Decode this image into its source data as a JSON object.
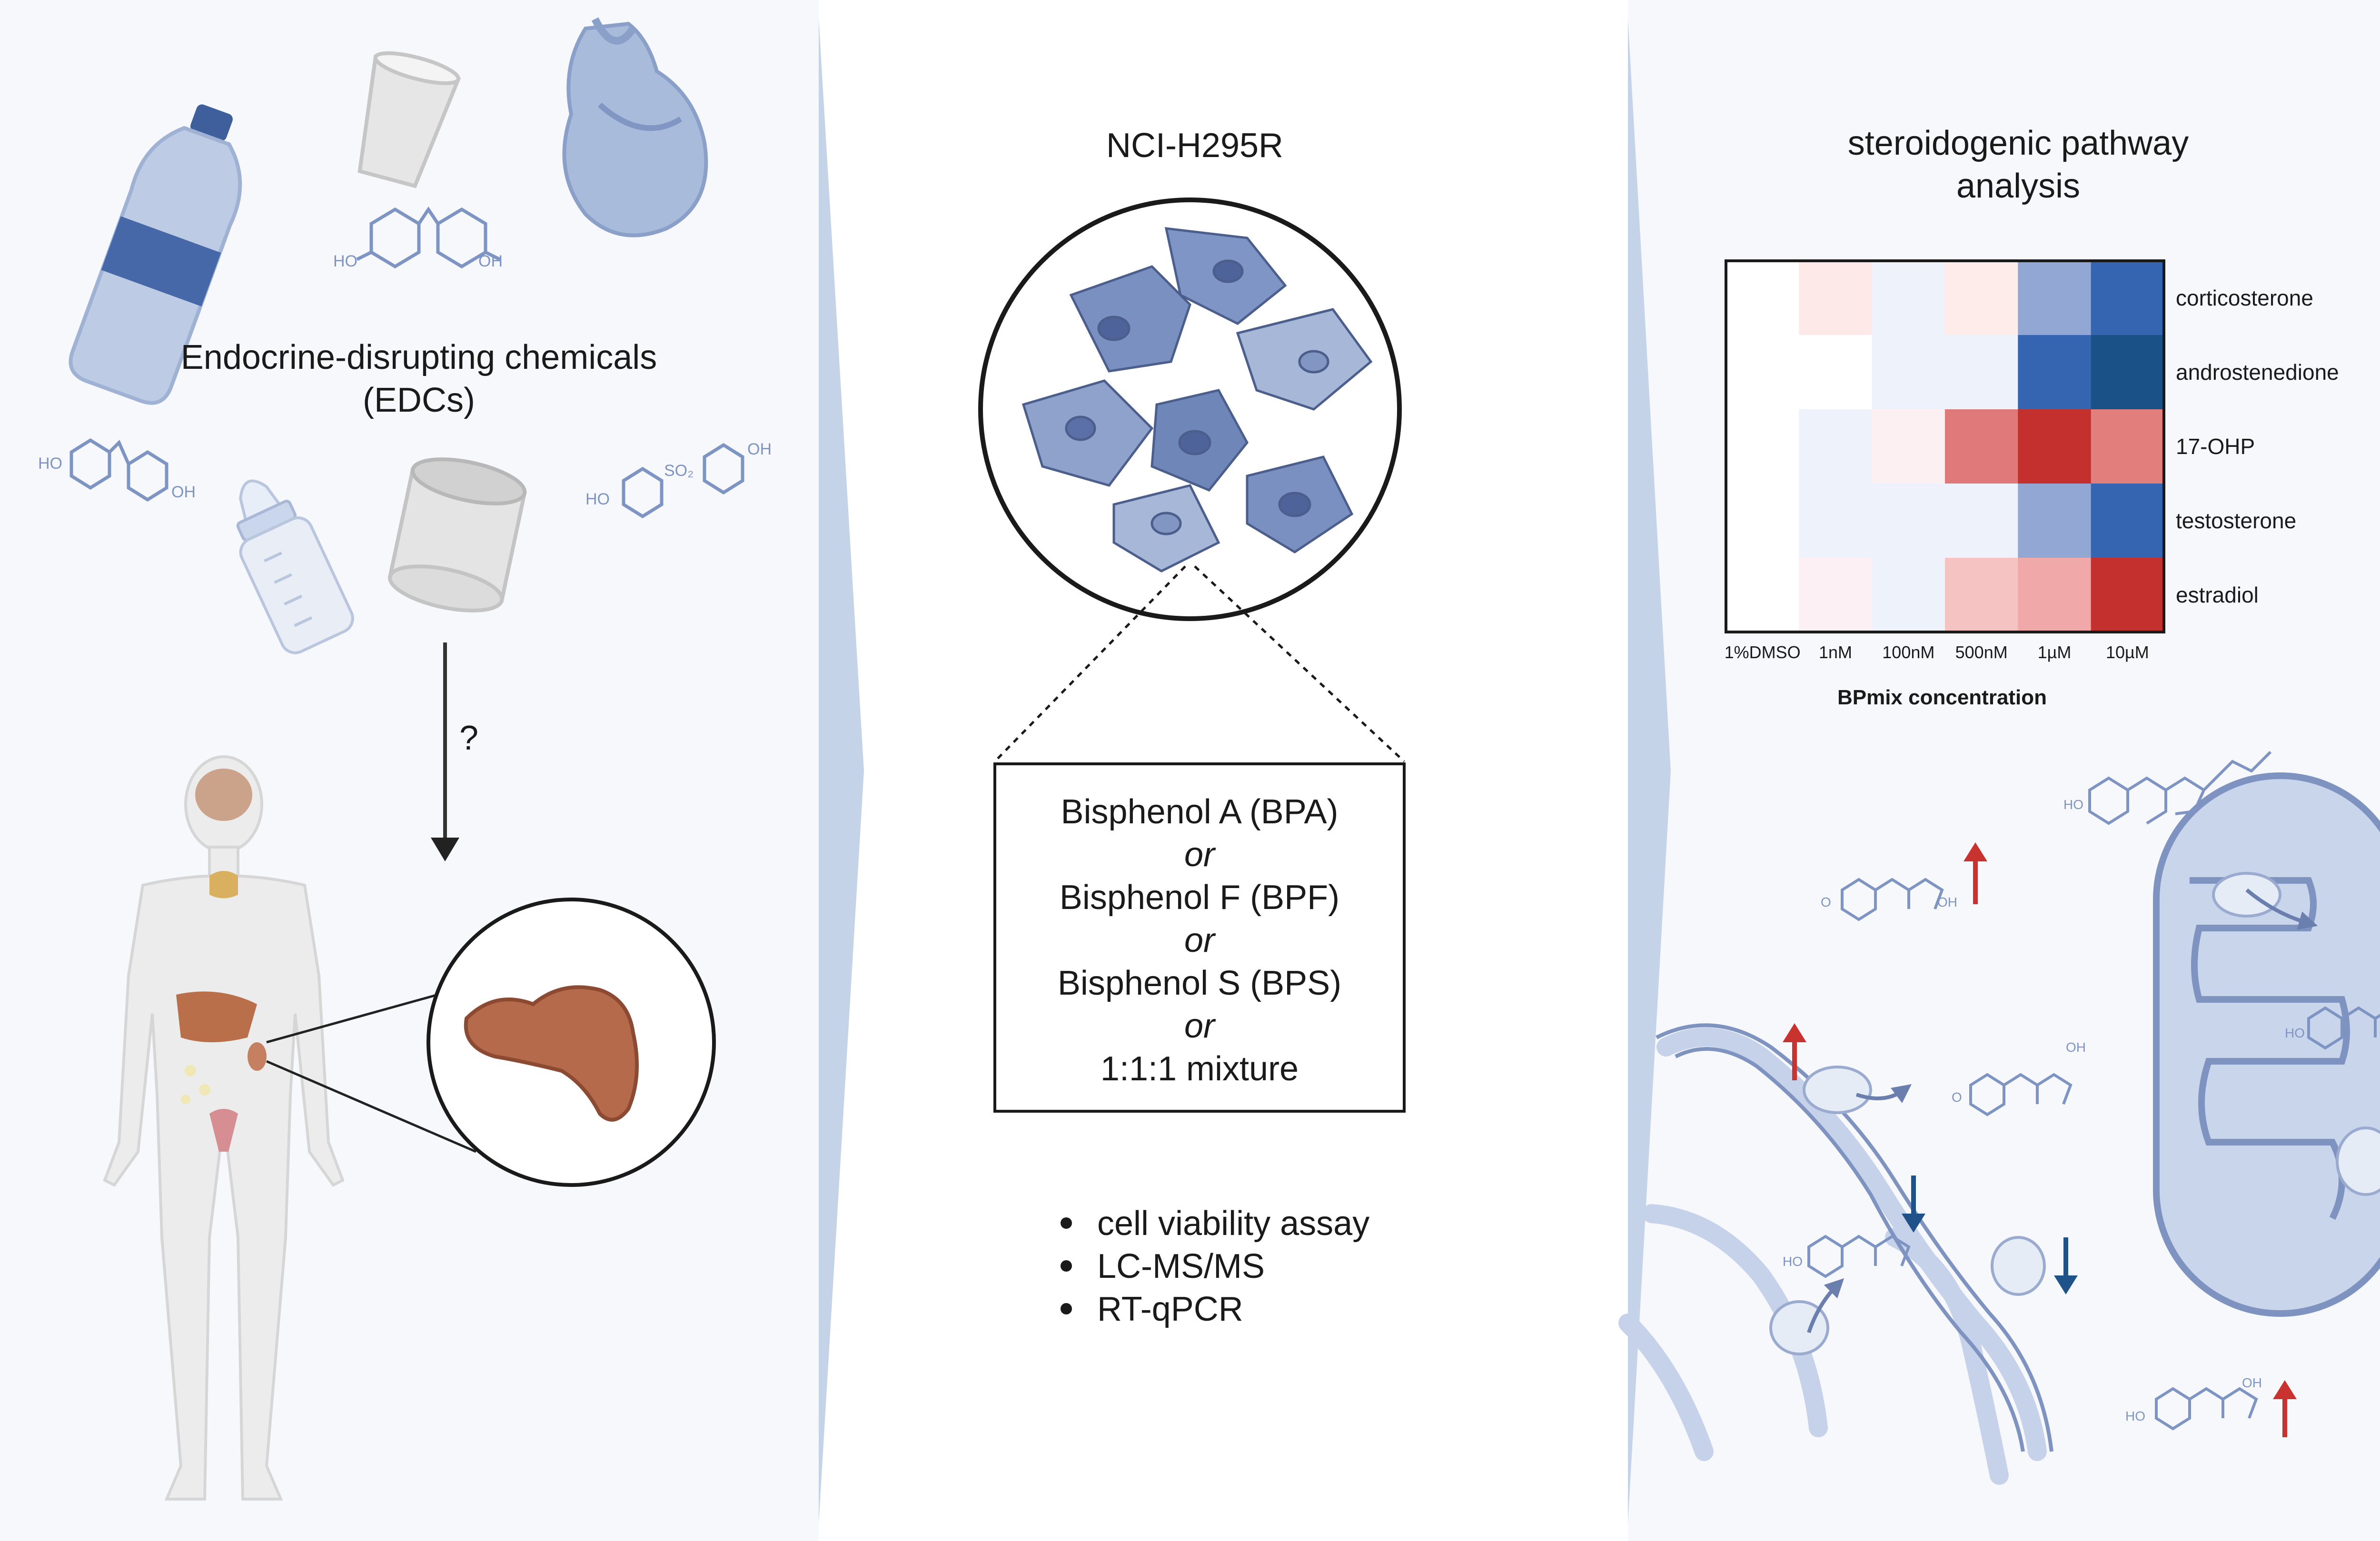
{
  "panel_left": {
    "title_line1": "Endocrine-disrupting chemicals",
    "title_line2": "(EDCs)",
    "question_mark": "?",
    "chem_ho": "HO",
    "chem_oh": "OH",
    "chem_so2": "SO₂",
    "icons": [
      "plastic-bottle-icon",
      "plastic-cup-icon",
      "plastic-bag-icon",
      "baby-bottle-icon",
      "can-icon",
      "human-body-icon",
      "adrenal-gland-icon"
    ]
  },
  "panel_middle": {
    "cell_line": "NCI-H295R",
    "treatments": [
      "Bisphenol A (BPA)",
      "or",
      "Bisphenol F (BPF)",
      "or",
      "Bisphenol S (BPS)",
      "or",
      "1:1:1 mixture"
    ],
    "assays": [
      "cell viability assay",
      "LC-MS/MS",
      "RT-qPCR"
    ]
  },
  "panel_right": {
    "title_line1": "steroidogenic pathway",
    "title_line2": "analysis",
    "chem_ho": "HO",
    "chem_oh": "OH",
    "chem_o": "O"
  },
  "chart_data": {
    "type": "heatmap",
    "xlabel": "BPmix concentration",
    "x": [
      "1%DMSO",
      "1nM",
      "100nM",
      "500nM",
      "1µM",
      "10µM"
    ],
    "y": [
      "corticosterone",
      "androstenedione",
      "17-OHP",
      "testosterone",
      "estradiol"
    ],
    "cell_colors": [
      [
        "#ffffff",
        "#fde9e8",
        "#eef2fa",
        "#fdecea",
        "#93a7d4",
        "#3565b0"
      ],
      [
        "#ffffff",
        "#ffffff",
        "#eef2fa",
        "#eef2fa",
        "#3565b0",
        "#1a5288"
      ],
      [
        "#ffffff",
        "#eef2fa",
        "#fdf0f3",
        "#e07a7a",
        "#c4302e",
        "#e27e7c"
      ],
      [
        "#ffffff",
        "#eef2fa",
        "#eef2fa",
        "#eef2fa",
        "#93a7d4",
        "#3565b0"
      ],
      [
        "#ffffff",
        "#fdf0f4",
        "#eef2fa",
        "#f5c3c2",
        "#f0a8a8",
        "#c4302e"
      ]
    ]
  },
  "colors": {
    "cell_blue": "#6f86b5",
    "organelle_blue": "#bfcce3",
    "up_arrow": "#c8332f",
    "down_arrow": "#1f5288",
    "panel_bg": "#f7f8fb",
    "divider": "#c5d3e8"
  }
}
